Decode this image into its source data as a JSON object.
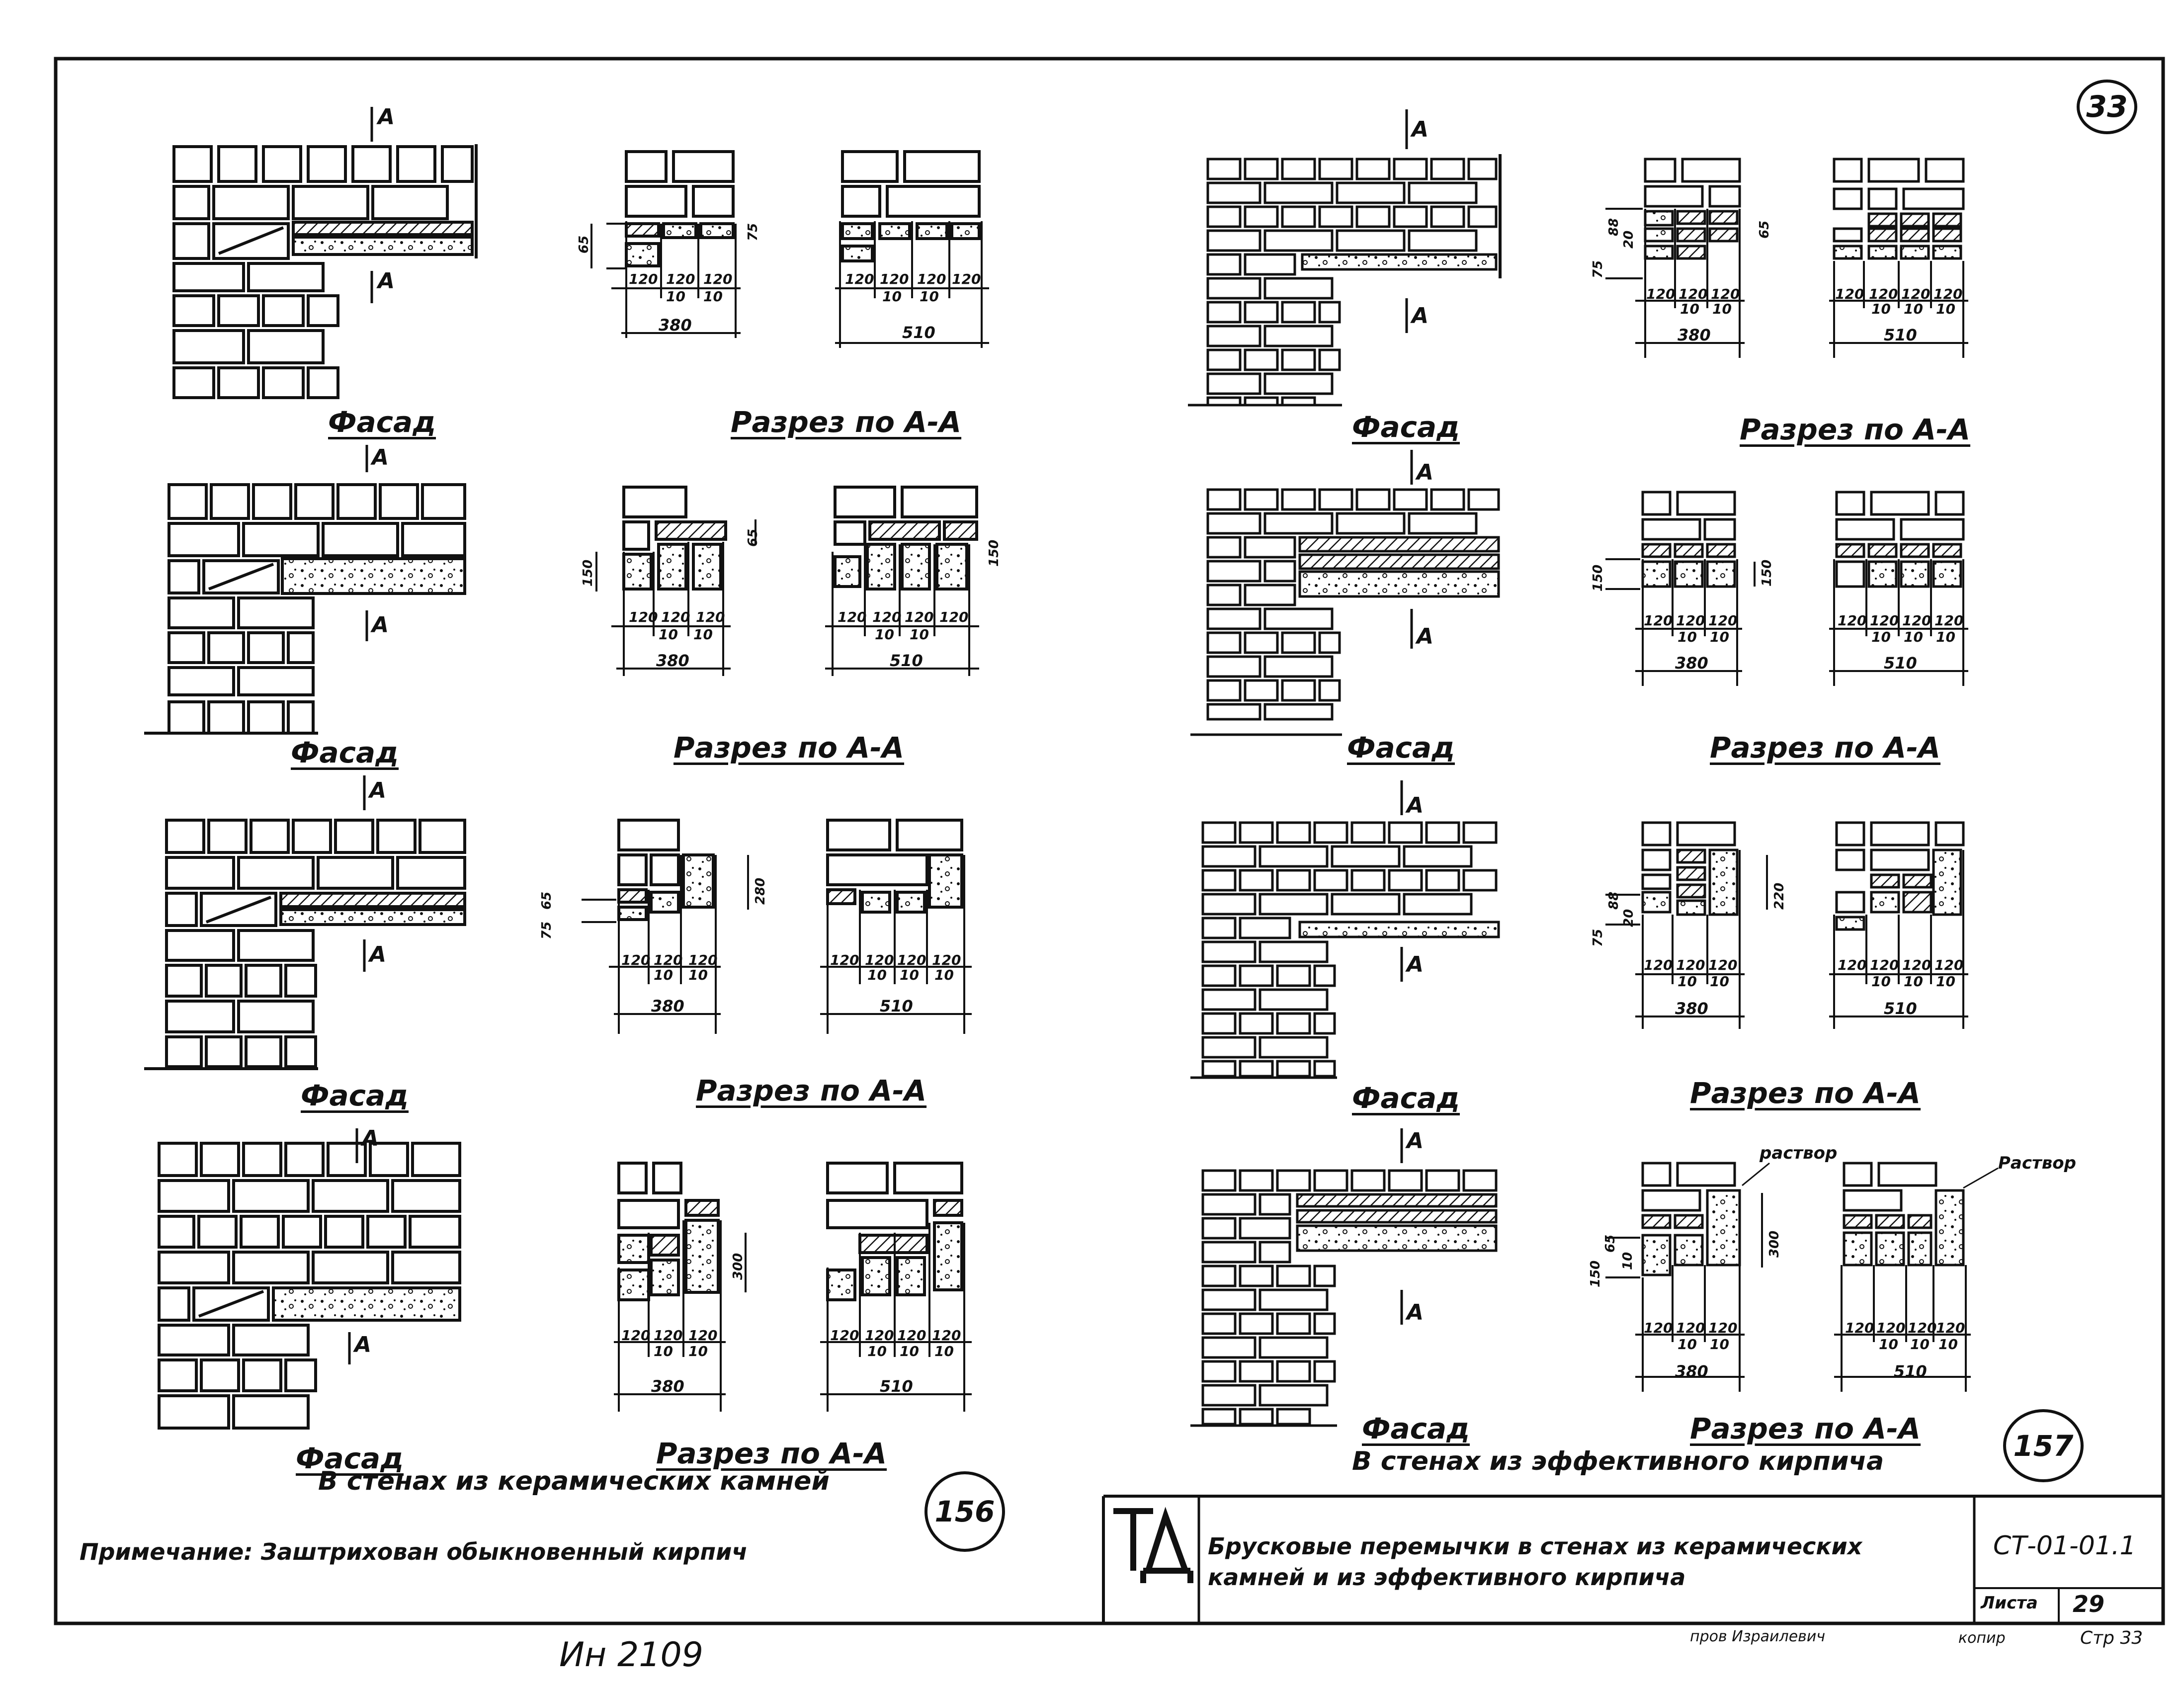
{
  "sheet_number": "33",
  "detail_numbers": {
    "left": "156",
    "right": "157"
  },
  "labels": {
    "facade": "Фасад",
    "section": "Разрез по А-А",
    "section_alt": "Разрез по А-А",
    "section_mark": "А",
    "left_group": "В стенах из керамических камней",
    "right_group": "В стенах из эффективного кирпича",
    "mortar": "раствор",
    "mortar_alt": "Раствор"
  },
  "note": "Примечание: Заштрихован обыкновенный кирпич",
  "dimensions": {
    "w380": "380",
    "w510": "510",
    "b120": "120",
    "g10": "10",
    "h65": "65",
    "h75": "75",
    "h88": "88",
    "h20": "20",
    "h150": "150",
    "h220": "220",
    "h280": "280",
    "h300": "300",
    "h10": "10"
  },
  "title_block": {
    "logo": "ТД",
    "title": "Брусковые перемычки в стенах из керамических камней и из эффективного кирпича",
    "code": "СТ-01-01.1",
    "sheet_label": "Листа",
    "sheet_value": "29",
    "checked": "пров Израилевич",
    "copied": "копир",
    "page": "Стр 33"
  },
  "inventory": "Ин 2109"
}
